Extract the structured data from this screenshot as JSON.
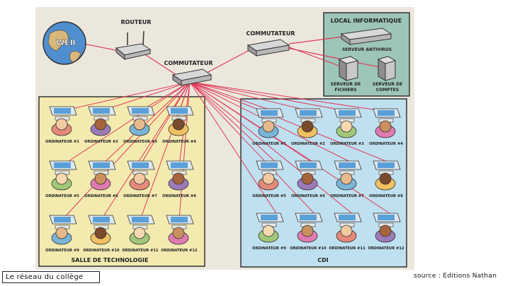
{
  "labels": {
    "web": "WEB",
    "routeur": "ROUTEUR",
    "commutateur_main": "COMMUTATEUR",
    "commutateur_second": "COMMUTATEUR",
    "local_title": "LOCAL INFORMATIQUE",
    "serveur_antivirus": "SERVEUR ANTIVIRUS",
    "serveur_fichiers_line1": "SERVEUR DE",
    "serveur_fichiers_line2": "FICHIERS",
    "serveur_comptes_line1": "SERVEUR DE",
    "serveur_comptes_line2": "COMPTES",
    "salle_techno": "SALLE DE TECHNOLOGIE",
    "cdi": "CDI"
  },
  "computers_techno": [
    "ORDINATEUR #1",
    "ORDINATEUR #2",
    "ORDINATEUR #3",
    "ORDINATEUR #4",
    "ORDINATEUR #5",
    "ORDINATEUR #6",
    "ORDINATEUR #7",
    "ORDINATEUR #8",
    "ORDINATEUR #9",
    "ORDINATEUR #10",
    "ORDINATEUR #11",
    "ORDINATEUR #12"
  ],
  "computers_cdi": [
    "ORDINATEUR #1",
    "ORDINATEUR #2",
    "ORDINATEUR #3",
    "ORDINATEUR #4",
    "ORDINATEUR #5",
    "ORDINATEUR #6",
    "ORDINATEUR #7",
    "ORDINATEUR #8",
    "ORDINATEUR #9",
    "ORDINATEUR #10",
    "ORDINATEUR #11",
    "ORDINATEUR #12"
  ],
  "caption": "Le réseau du collège",
  "source": "source : Editions Nathan",
  "colors": {
    "cable": "#e23a5a",
    "techno_room": "#f3eab0",
    "cdi_room": "#bfe0ee",
    "local_room": "#9ec6b8",
    "page": "#ebe7dc"
  }
}
